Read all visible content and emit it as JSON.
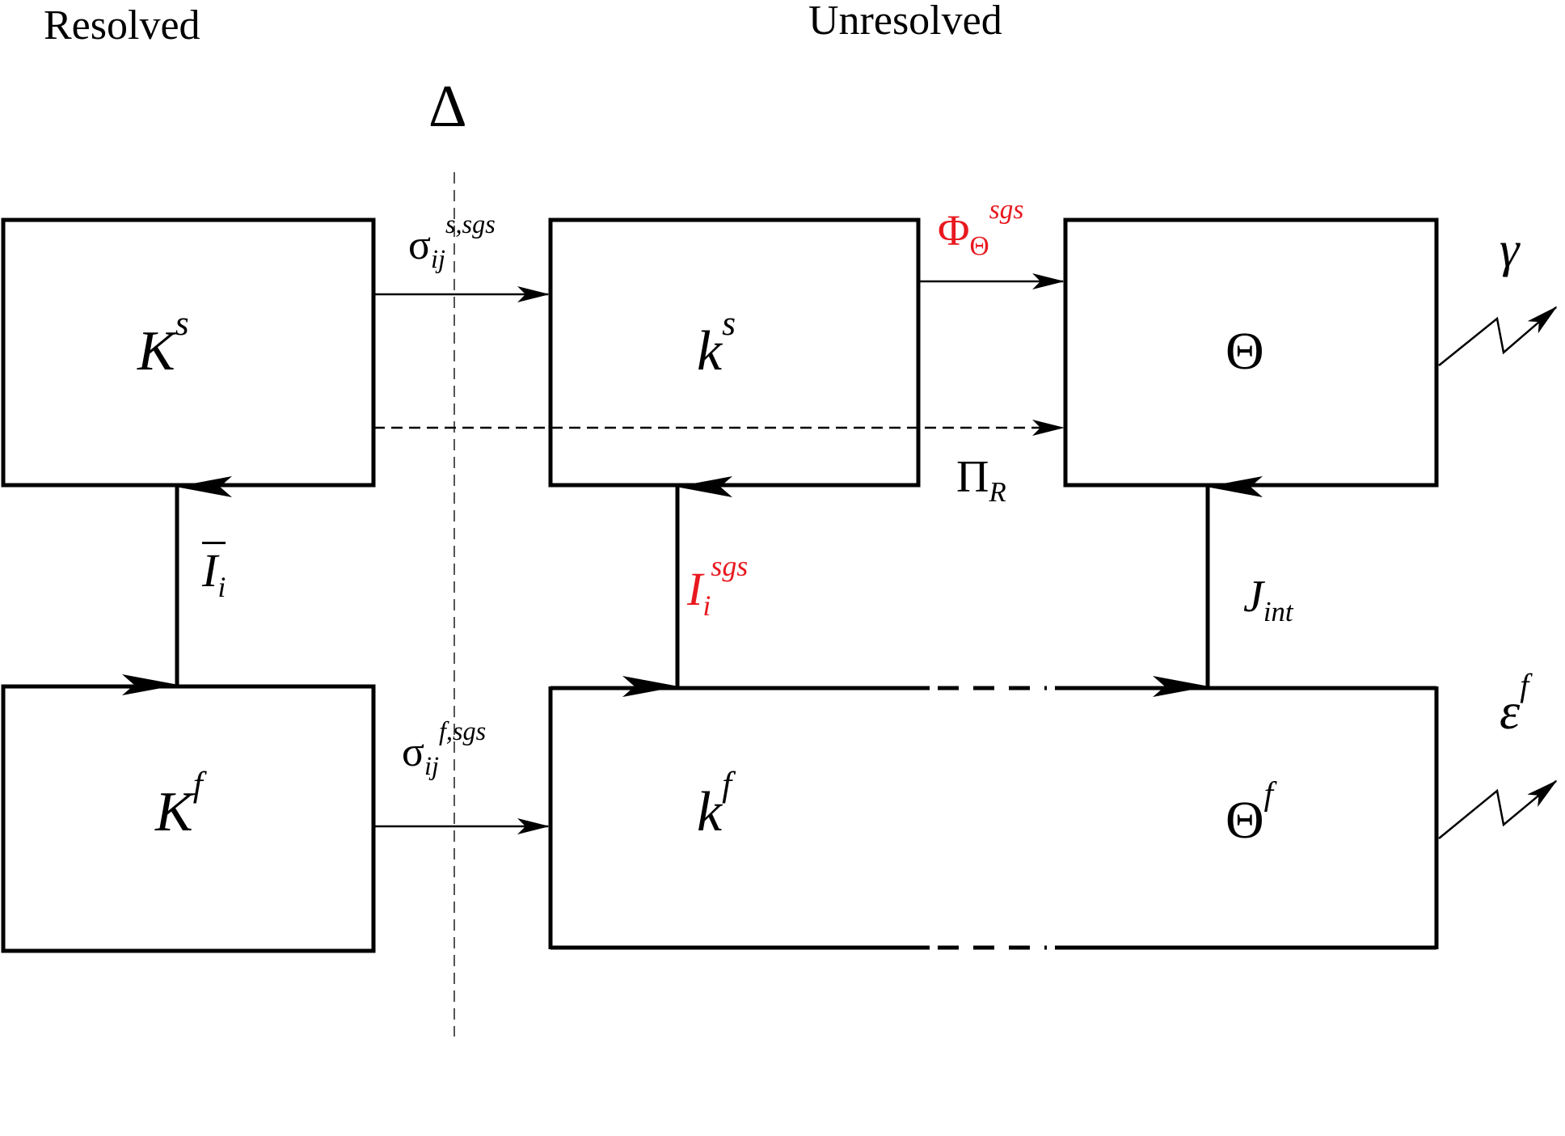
{
  "header": {
    "resolved": "Resolved",
    "unresolved": "Unresolved",
    "filter_width": "Δ"
  },
  "boxes": {
    "ks_big": {
      "base": "K",
      "sup": "s"
    },
    "kf_big": {
      "base": "K",
      "sup": "f"
    },
    "ks_small": {
      "base": "k",
      "sup": "s"
    },
    "kf_small": {
      "base": "k",
      "sup": "f"
    },
    "theta": {
      "base": "Θ"
    },
    "theta_f": {
      "base": "Θ",
      "sup": "f"
    }
  },
  "fluxes": {
    "sigma_s": {
      "base": "σ",
      "sub": "ij",
      "sup": "s,sgs"
    },
    "sigma_f": {
      "base": "σ",
      "sub": "ij",
      "sup": "f,sgs"
    },
    "phi": {
      "base": "Φ",
      "sub": "Θ",
      "sup": "sgs"
    },
    "pi": {
      "base": "Π",
      "sub": "R"
    },
    "i_bar": {
      "base": "I",
      "sub": "i"
    },
    "i_sgs": {
      "base": "I",
      "sub": "i",
      "sup": "sgs"
    },
    "j_int": {
      "base": "J",
      "sub": "int"
    },
    "gamma": {
      "base": "γ"
    },
    "epsilon": {
      "base": "ε",
      "sup": "f"
    }
  },
  "colors": {
    "highlight": "#e8191f",
    "line": "#000000"
  }
}
